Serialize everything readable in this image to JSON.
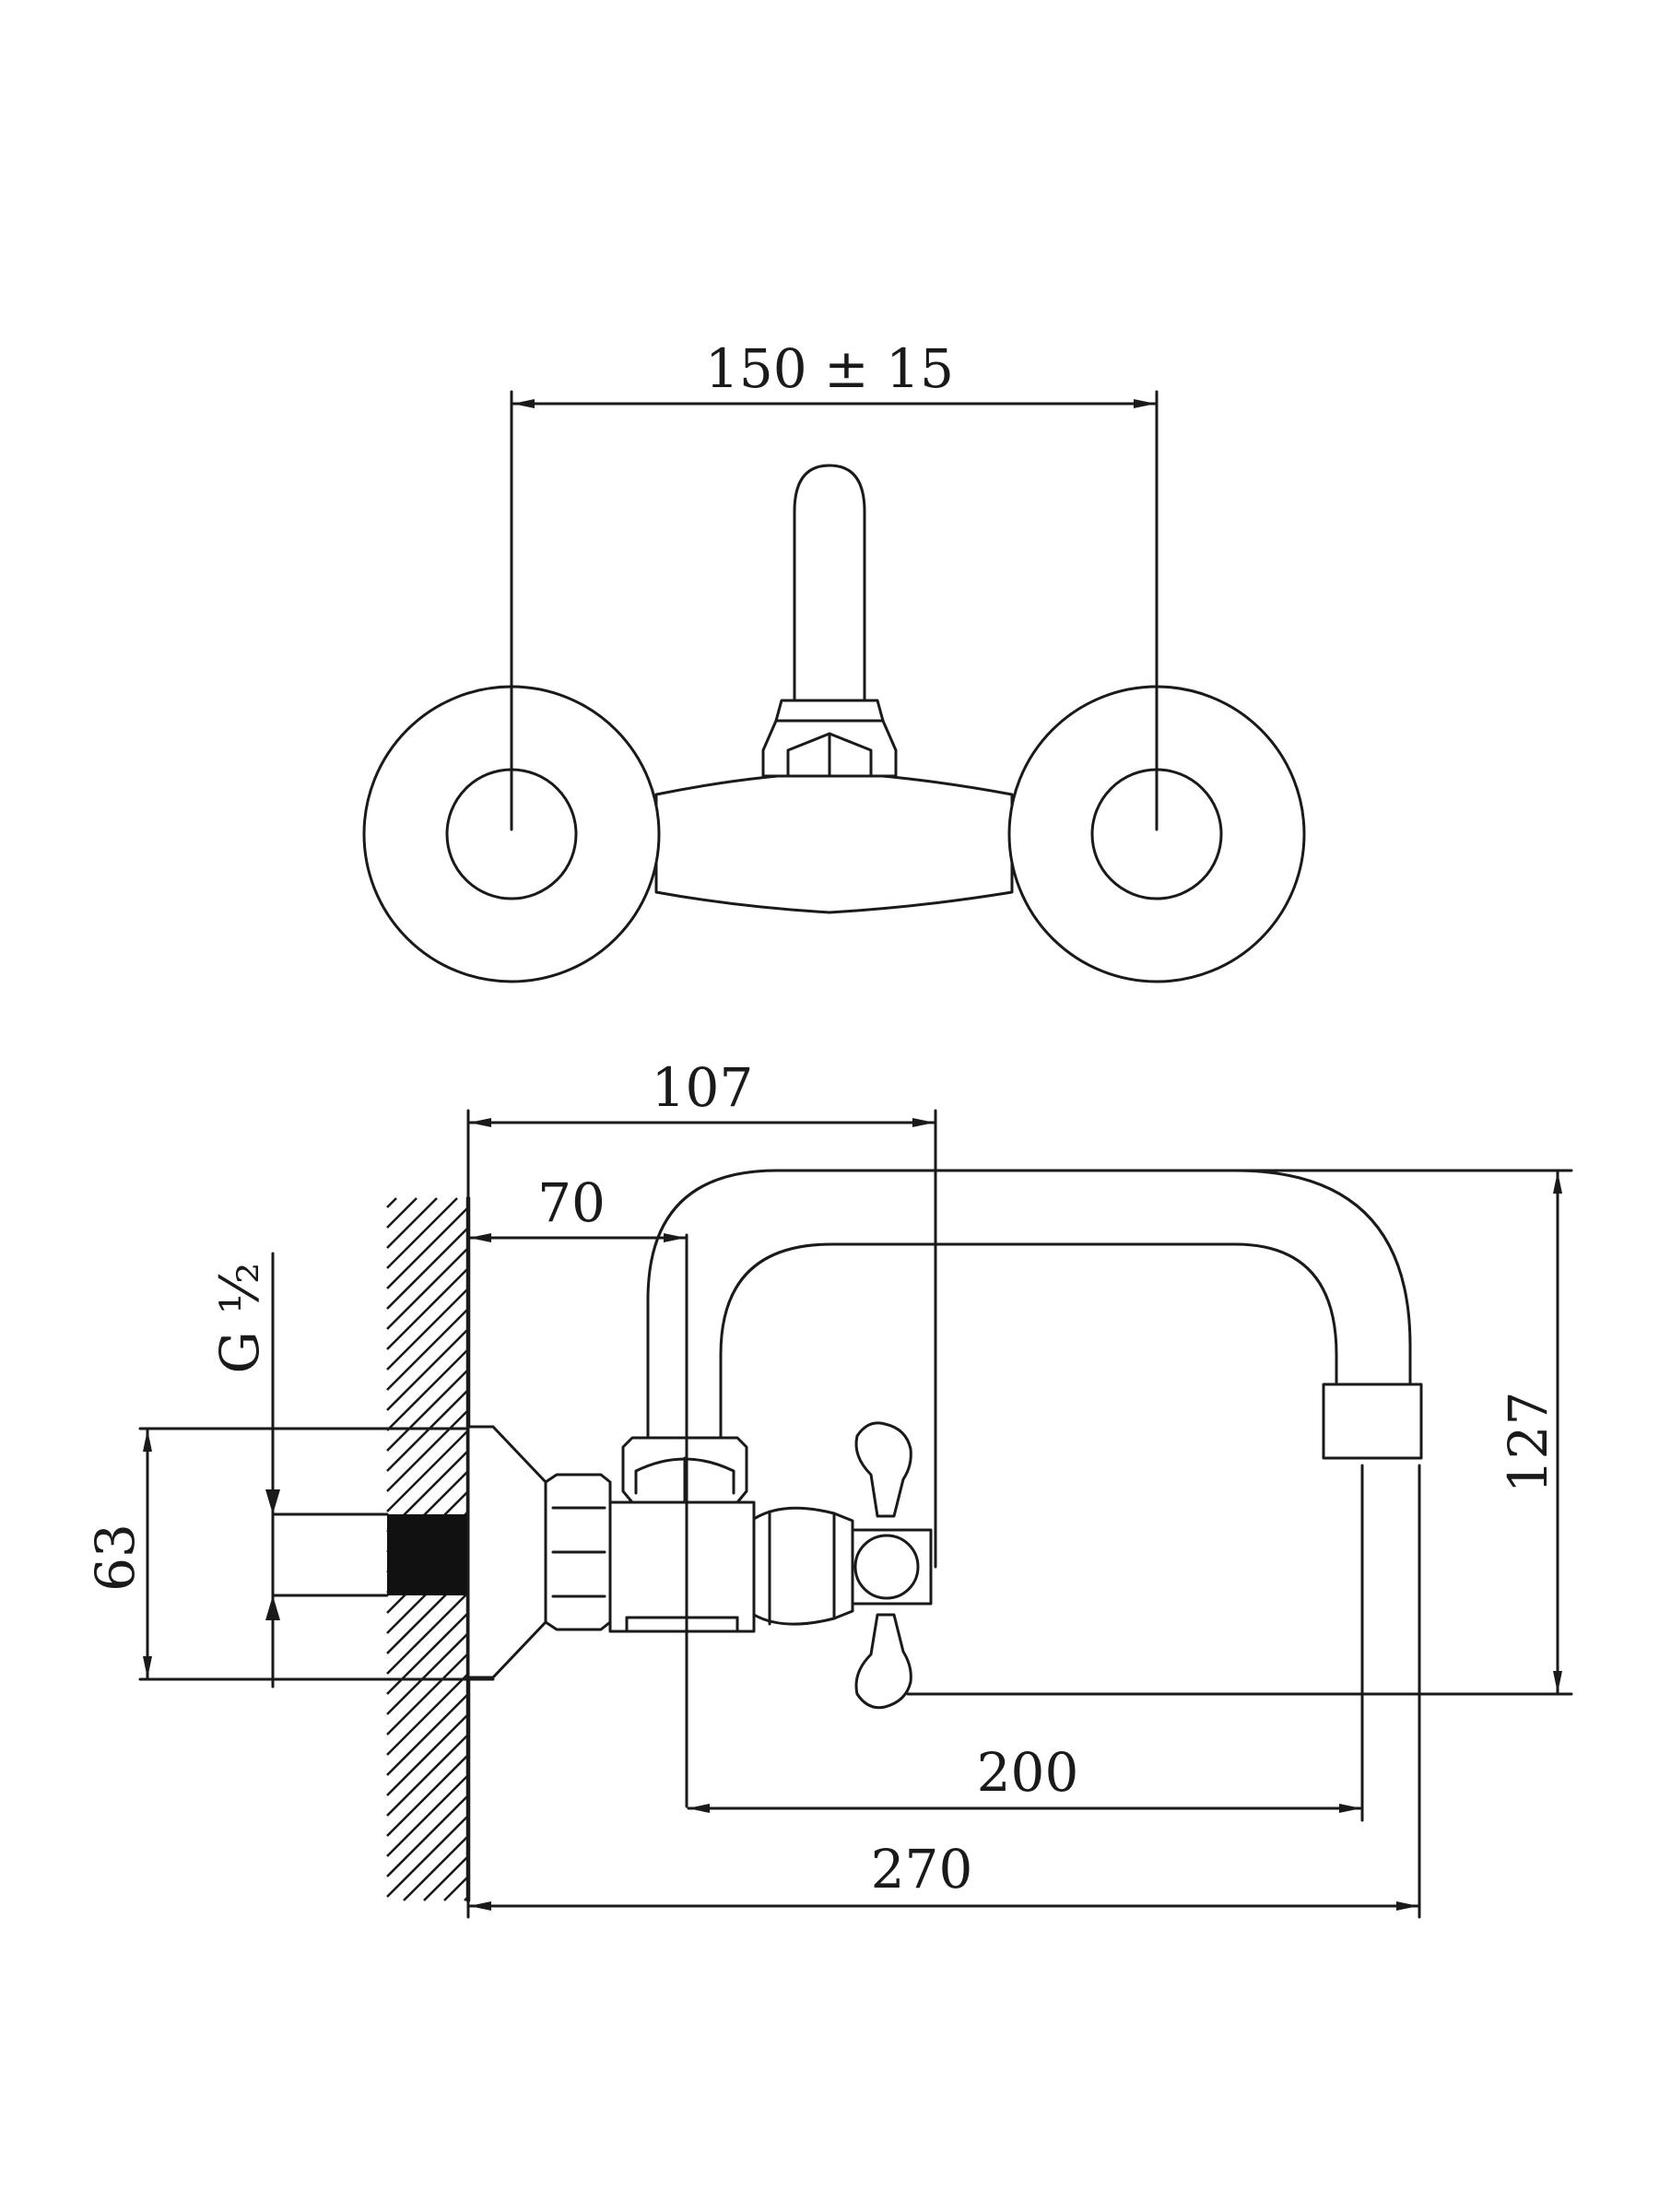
{
  "dimensions": {
    "handle_spacing": "150 ± 15",
    "wall_to_handle": "107",
    "wall_to_spout_riser": "70",
    "thread_size": "G ½",
    "connector_height": "63",
    "spout_height": "127",
    "spout_reach": "200",
    "overall_length": "270"
  },
  "colors": {
    "line": "#1a1a1a",
    "background": "#ffffff"
  }
}
